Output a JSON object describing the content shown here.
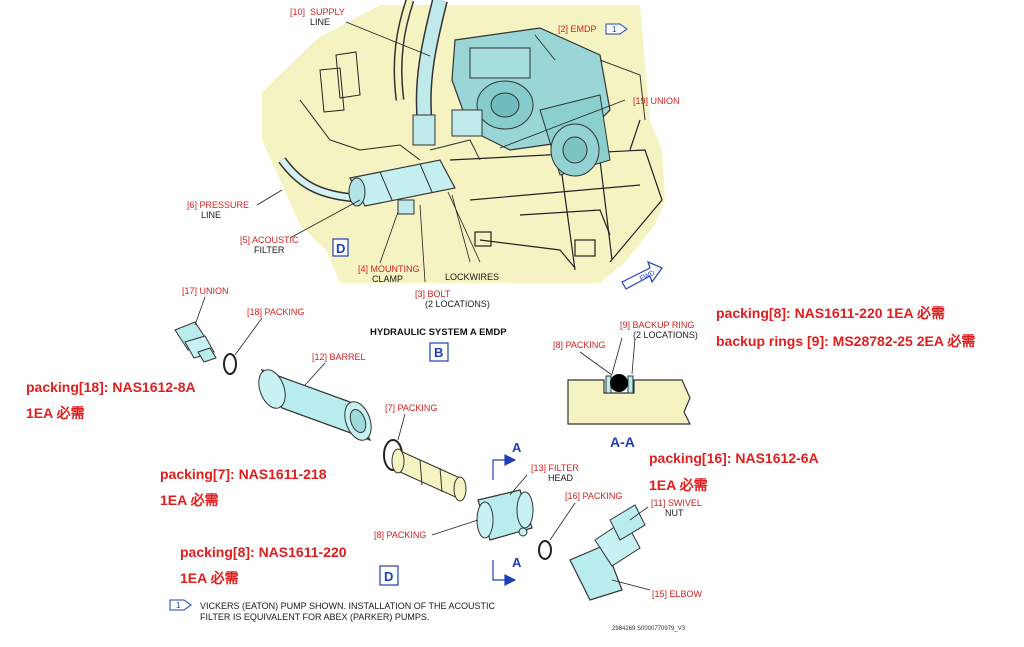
{
  "top_view": {
    "title": "HYDRAULIC SYSTEM A EMDP",
    "detail_letter": "D",
    "section_letter": "B",
    "fwd": "FWD",
    "callouts": {
      "supply_num": "[10]",
      "supply_a": "SUPPLY",
      "supply_b": "LINE",
      "emdp": "[2] EMDP",
      "emdp_note": "1",
      "union19": "[19] UNION",
      "pressure_num": "[6] PRESSURE",
      "pressure_b": "LINE",
      "acoustic_a": "[5] ACOUSTIC",
      "acoustic_b": "FILTER",
      "mounting_a": "[4] MOUNTING",
      "mounting_b": "CLAMP",
      "bolt_a": "[3] BOLT",
      "bolt_b": "(2 LOCATIONS)",
      "lockwires": "LOCKWIRES"
    }
  },
  "exploded_view": {
    "detail_letter": "D",
    "section_letter": "A",
    "callouts": {
      "union17": "[17] UNION",
      "packing18": "[18] PACKING",
      "barrel": "[12] BARREL",
      "packing7": "[7] PACKING",
      "filterhead_a": "[13] FILTER",
      "filterhead_b": "HEAD",
      "packing8": "[8] PACKING",
      "packing16": "[16] PACKING",
      "swivel_a": "[11] SWIVEL",
      "swivel_b": "NUT",
      "elbow": "[15] ELBOW"
    }
  },
  "section_view": {
    "title": "A-A",
    "packing8": "[8] PACKING",
    "backup_a": "[9] BACKUP RING",
    "backup_b": "(2 LOCATIONS)"
  },
  "notes": {
    "packing8_top": "packing[8]:  NAS1611-220   1EA  必需",
    "backup9": "backup rings [9]:  MS28782-25   2EA  必需",
    "packing18_a": "packing[18]:  NAS1612-8A",
    "packing18_b": "1EA 必需",
    "packing7_a": "packing[7]:  NAS1611-218",
    "packing7_b": "1EA  必需",
    "packing16_a": "packing[16]:  NAS1612-6A",
    "packing16_b": "1EA 必需",
    "packing8_a": "packing[8]:  NAS1611-220",
    "packing8_b": "1EA  必需"
  },
  "footnote": {
    "flag": "1",
    "line1": "VICKERS (EATON) PUMP SHOWN. INSTALLATION OF THE ACOUSTIC",
    "line2": "FILTER IS EQUIVALENT FOR ABEX (PARKER) PUMPS."
  },
  "figure_id": "2984269 S0000770979_V3",
  "colors": {
    "callout": "#d42020",
    "note": "#e01e1e",
    "section": "#1f3fb8",
    "background_area": "#f6f3c2",
    "pump": "#9ad6d6",
    "part": "#b9ecef"
  }
}
